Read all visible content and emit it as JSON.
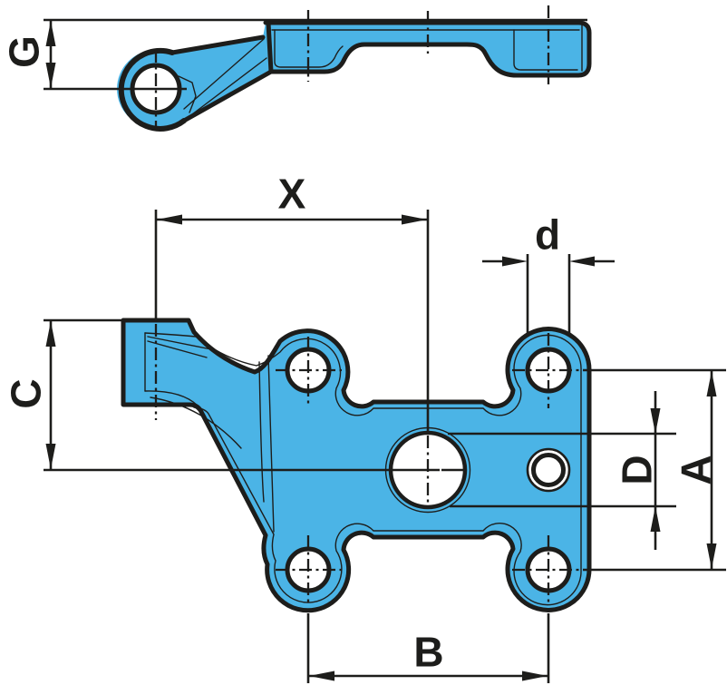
{
  "drawing": {
    "kind": "technical-drawing-two-views",
    "labels": {
      "G": "G",
      "X": "X",
      "d": "d",
      "C": "C",
      "D": "D",
      "A": "A",
      "B": "B"
    }
  },
  "colors": {
    "part_fill": "#4bb4e6",
    "line": "#1d1d1b",
    "hole_fill": "#ffffff",
    "background": "#ffffff"
  }
}
